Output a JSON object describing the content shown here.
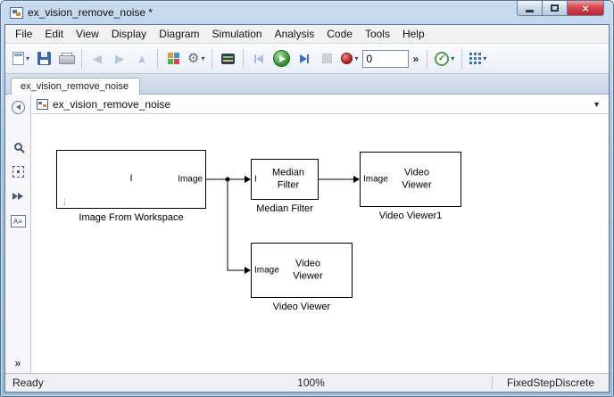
{
  "window": {
    "title": "ex_vision_remove_noise *"
  },
  "menu": {
    "items": [
      "File",
      "Edit",
      "View",
      "Display",
      "Diagram",
      "Simulation",
      "Analysis",
      "Code",
      "Tools",
      "Help"
    ]
  },
  "toolbar": {
    "stop_time": "0",
    "overflow": "»"
  },
  "tab": {
    "label": "ex_vision_remove_noise"
  },
  "breadcrumb": {
    "label": "ex_vision_remove_noise"
  },
  "palette": {
    "overflow": "»"
  },
  "canvas": {
    "blocks": [
      {
        "label": "Image From Workspace",
        "center_text": "I",
        "out_port": "Image"
      },
      {
        "label": "Median Filter",
        "center_text": "Median\nFilter",
        "in_port": "I"
      },
      {
        "label": "Video Viewer1",
        "center_text": "Video\nViewer",
        "in_port": "Image"
      },
      {
        "label": "Video Viewer",
        "center_text": "Video\nViewer",
        "in_port": "Image"
      }
    ]
  },
  "statusbar": {
    "ready": "Ready",
    "zoom": "100%",
    "solver": "FixedStepDiscrete"
  },
  "icons": {
    "back": "◀",
    "forward": "▶",
    "up": "▲",
    "caret": "▾",
    "gear": "⚙",
    "check": "✓",
    "close": "×",
    "dropdown": "▼",
    "block_arrow": "↓"
  }
}
